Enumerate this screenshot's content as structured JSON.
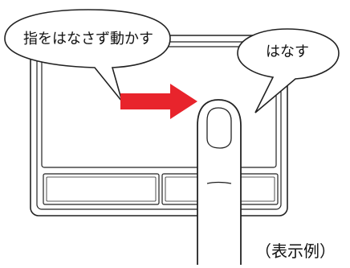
{
  "bubbles": {
    "left": "指をはなさず動かす",
    "right": "はなす"
  },
  "caption": "（表示例）",
  "colors": {
    "arrow": "#e8242c",
    "outline": "#222222",
    "background": "#ffffff"
  },
  "icons": {
    "arrow": "right-arrow-icon",
    "finger": "finger-icon"
  }
}
